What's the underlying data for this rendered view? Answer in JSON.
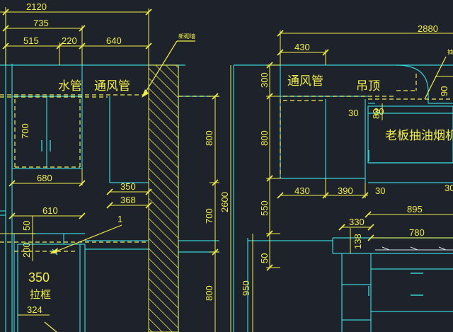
{
  "colors": {
    "background": "#1e222a",
    "cabinet": "#34d3d6",
    "dimension": "#f2ef4a",
    "hatch": "#e8e44a",
    "dashed": "#f0ee58",
    "white": "#dfe3e8"
  },
  "labels": {
    "water_pipe": "水管",
    "vent_pipe_left": "通风管",
    "vent_pipe_right": "通风管",
    "ceiling": "吊顶",
    "range_hood": "老板抽油烟机",
    "pull_basket_value": "350",
    "pull_basket": "拉框",
    "leader_left": "新砌墙",
    "leader_right": "抽",
    "callout_1": "1"
  },
  "dims": {
    "d2120": "2120",
    "d735": "735",
    "d515": "515",
    "d220": "220",
    "d640": "640",
    "d700": "700",
    "d680": "680",
    "d610": "610",
    "d50": "50",
    "d200": "200",
    "d324": "324",
    "d800a": "800",
    "d350": "350",
    "d368": "368",
    "d700b": "700",
    "d2600": "2600",
    "d800b": "800",
    "d300": "300",
    "d800c": "800",
    "d550": "550",
    "d50b": "50",
    "d950": "950",
    "d430a": "430",
    "d430b": "430",
    "d390": "390",
    "d30a": "30",
    "d89": "89",
    "d30b": "30",
    "d2880": "2880",
    "d90": "90",
    "d895": "895",
    "d330": "330",
    "d138": "138",
    "d780": "780",
    "d30c": "30",
    "d30d": "30"
  }
}
